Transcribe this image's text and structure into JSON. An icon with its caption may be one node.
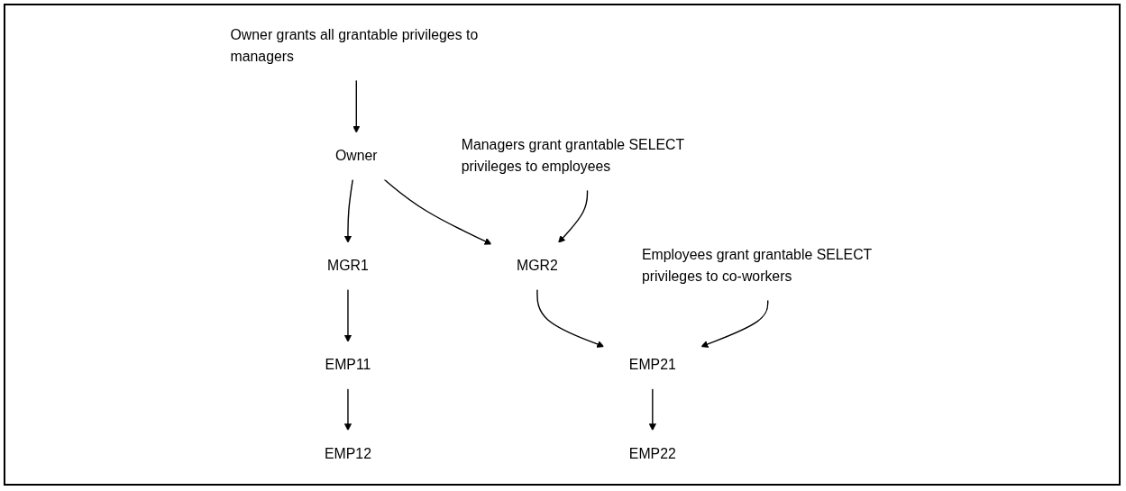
{
  "diagram": {
    "nodes": [
      {
        "text": [
          "Owner"
        ]
      },
      {
        "text": [
          "MGR1"
        ]
      },
      {
        "text": [
          "MGR2"
        ]
      },
      {
        "text": [
          "EMP11"
        ]
      },
      {
        "text": [
          "EMP21"
        ]
      },
      {
        "text": [
          "EMP12"
        ]
      },
      {
        "text": [
          "EMP22"
        ]
      },
      {
        "text": [
          "Owner grants all grantable privileges to managers"
        ]
      },
      {
        "text": [
          "Managers grant grantable SELECT privileges to employees"
        ]
      },
      {
        "text": [
          "Employees grant grantable SELECT privileges to co-workers"
        ]
      }
    ],
    "edges": [
      {
        "from": 7,
        "to": 0,
        "arrow": "to"
      },
      {
        "from": 0,
        "to": 1,
        "arrow": "to"
      },
      {
        "from": 0,
        "to": 2,
        "arrow": "to"
      },
      {
        "from": 8,
        "to": 2,
        "arrow": "to"
      },
      {
        "from": 1,
        "to": 3,
        "arrow": "to"
      },
      {
        "from": 2,
        "to": 4,
        "arrow": "to"
      },
      {
        "from": 9,
        "to": 4,
        "arrow": "to"
      },
      {
        "from": 3,
        "to": 5,
        "arrow": "to"
      },
      {
        "from": 4,
        "to": 6,
        "arrow": "to"
      }
    ]
  }
}
